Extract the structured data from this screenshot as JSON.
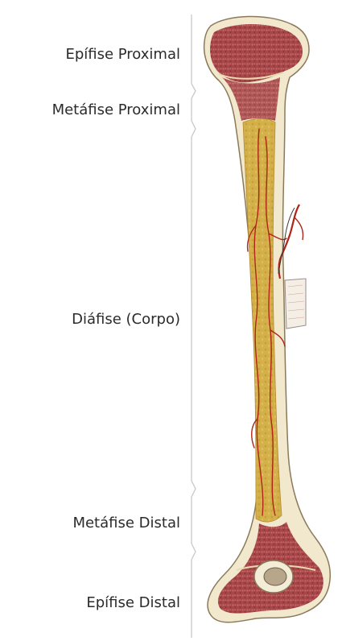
{
  "labels": {
    "epifise_proximal": "Epífise Proximal",
    "metafise_proximal": "Metáfise Proximal",
    "diafise": "Diáfise (Corpo)",
    "metafise_distal": "Metáfise Distal",
    "epifise_distal": "Epífise Distal"
  },
  "colors": {
    "compact_bone": "#f1e8cd",
    "spongy_bone": "#a8474a",
    "marrow": "#d4b04a",
    "vessel": "#b02418",
    "bracket_line": "#c8c8c8"
  }
}
